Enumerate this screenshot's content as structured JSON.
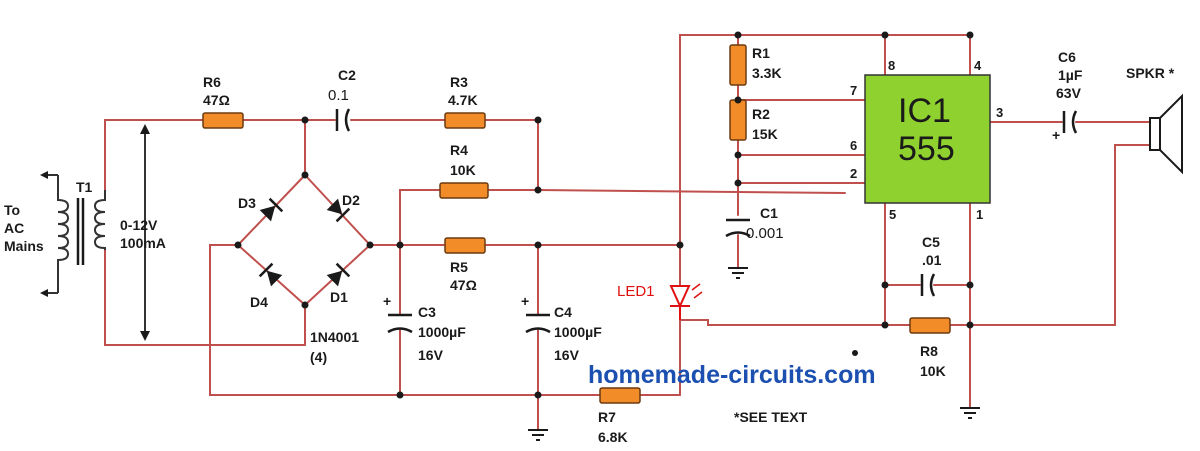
{
  "source": {
    "line1": "To",
    "line2": "AC",
    "line3": "Mains"
  },
  "transformer": {
    "ref": "T1",
    "rating1": "0-12V",
    "rating2": "100mA"
  },
  "diodes": {
    "d1": "D1",
    "d2": "D2",
    "d3": "D3",
    "d4": "D4",
    "part": "1N4001",
    "qty": "(4)"
  },
  "resistors": {
    "r1": {
      "ref": "R1",
      "value": "3.3K"
    },
    "r2": {
      "ref": "R2",
      "value": "15K"
    },
    "r3": {
      "ref": "R3",
      "value": "4.7K"
    },
    "r4": {
      "ref": "R4",
      "value": "10K"
    },
    "r5": {
      "ref": "R5",
      "value": "47Ω"
    },
    "r6": {
      "ref": "R6",
      "value": "47Ω"
    },
    "r7": {
      "ref": "R7",
      "value": "6.8K"
    },
    "r8": {
      "ref": "R8",
      "value": "10K"
    }
  },
  "capacitors": {
    "c1": {
      "ref": "C1",
      "value": "0.001"
    },
    "c2": {
      "ref": "C2",
      "value": "0.1"
    },
    "c3": {
      "ref": "C3",
      "value": "1000µF",
      "voltage": "16V"
    },
    "c4": {
      "ref": "C4",
      "value": "1000µF",
      "voltage": "16V"
    },
    "c5": {
      "ref": "C5",
      "value": ".01"
    },
    "c6": {
      "ref": "C6",
      "value": "1µF",
      "voltage": "63V"
    }
  },
  "ic": {
    "ref": "IC1",
    "part": "555",
    "pins": [
      "8",
      "4",
      "7",
      "3",
      "6",
      "2",
      "5",
      "1"
    ]
  },
  "led": {
    "ref": "LED1"
  },
  "speaker": {
    "ref": "SPKR *"
  },
  "watermark": "homemade-circuits.com",
  "note": "*SEE TEXT",
  "colors": {
    "wire": "#c0504d",
    "resistor": "#f28c28",
    "ic_body": "#8fd12e",
    "watermark": "#1b4fb0",
    "led": "#e01010"
  }
}
